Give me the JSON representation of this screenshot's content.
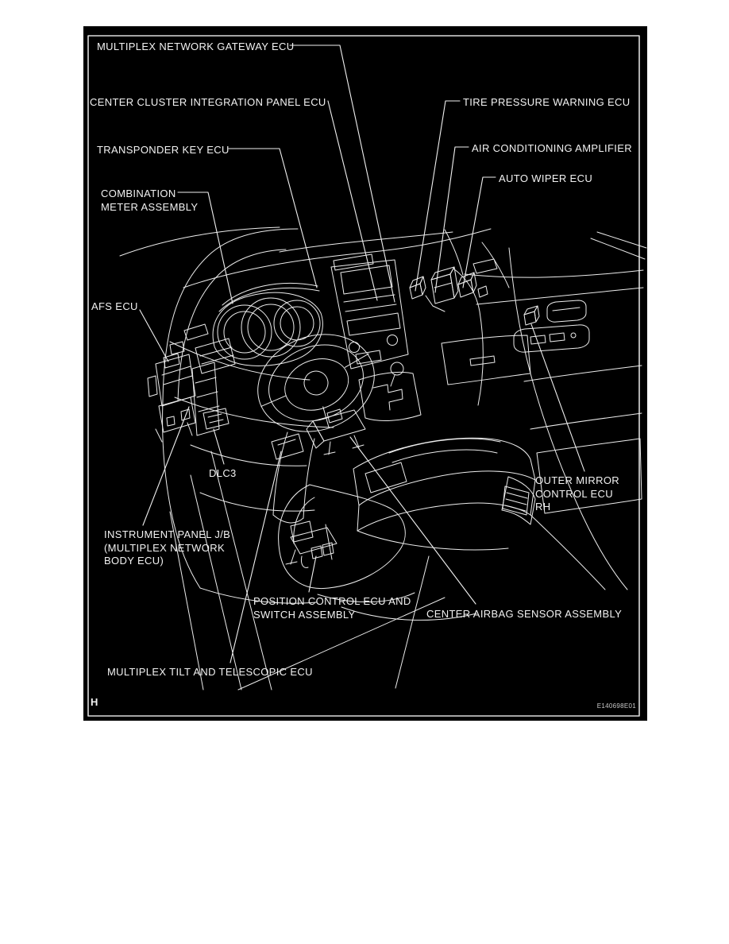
{
  "figure": {
    "frame_letter": "H",
    "figure_code": "E140698E01"
  },
  "colors": {
    "canvas_background": "#000000",
    "line": "#ececec",
    "text": "#f2f2f2",
    "page_background": "#ffffff"
  },
  "labels": {
    "multiplex_network_gateway_ecu": "MULTIPLEX NETWORK GATEWAY ECU",
    "center_cluster_integration_panel_ecu": "CENTER CLUSTER INTEGRATION PANEL ECU",
    "transponder_key_ecu": "TRANSPONDER KEY ECU",
    "combination_meter_assembly": [
      "COMBINATION",
      "METER ASSEMBLY"
    ],
    "tire_pressure_warning_ecu": "TIRE PRESSURE WARNING ECU",
    "air_conditioning_amplifier": "AIR CONDITIONING AMPLIFIER",
    "auto_wiper_ecu": "AUTO WIPER ECU",
    "afs_ecu": "AFS ECU",
    "dlc3": "DLC3",
    "outer_mirror_control_ecu_rh": [
      "OUTER MIRROR",
      "CONTROL ECU",
      "RH"
    ],
    "instrument_panel_jb": [
      "INSTRUMENT PANEL J/B",
      "(MULTIPLEX NETWORK",
      "BODY ECU)"
    ],
    "position_control_ecu_and_switch_assembly": [
      "POSITION CONTROL ECU AND",
      "SWITCH ASSEMBLY"
    ],
    "center_airbag_sensor_assembly": "CENTER AIRBAG SENSOR ASSEMBLY",
    "multiplex_tilt_and_telescopic_ecu": "MULTIPLEX TILT AND TELESCOPIC ECU"
  }
}
